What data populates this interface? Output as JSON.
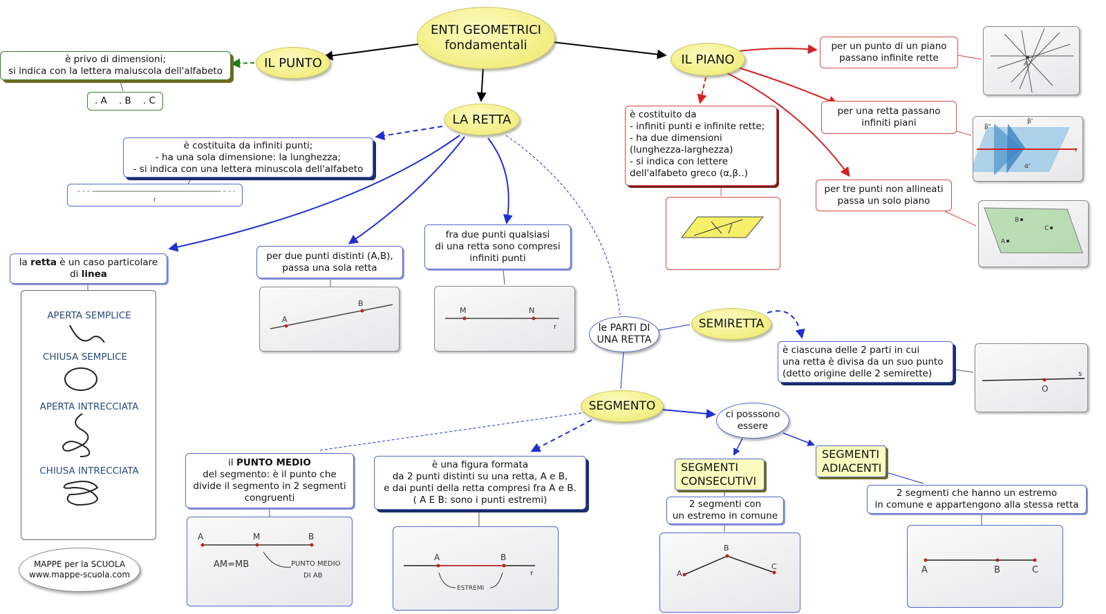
{
  "root": {
    "line1": "ENTI GEOMETRICI",
    "line2": "fondamentali"
  },
  "punto": {
    "title": "IL PUNTO",
    "desc": "è privo di dimensioni;\nsi indica con la lettera maiuscola dell'alfabeto",
    "example": ". A    . B    . C"
  },
  "piano": {
    "title": "IL PIANO",
    "desc": "è costituito da\n- infiniti punti e infinite rette;\n- ha due dimensioni\n(lunghezza-larghezza)\n- si indica con lettere\ndell'alfabeto greco (α,β..)",
    "fact1": "per un punto di un piano\npassano infinite rette",
    "fact2": "per una retta passano\ninfiniti piani",
    "fact3": "per tre punti non allineati\npassa un solo piano",
    "img_labels": {
      "a": "A",
      "b": "B",
      "c": "C",
      "r": "r",
      "beta": "β\"",
      "beta2": "β'",
      "alpha": "α'"
    }
  },
  "retta": {
    "title": "LA RETTA",
    "desc": "è costituita da infiniti punti;\n- ha una sola dimensione: la lunghezza;\n- si indica con una lettera minuscola dell'alfabeto",
    "img_label": "r",
    "linea_text_pre": "la ",
    "linea_bold1": "retta",
    "linea_text_mid": " è un caso particolare\ndi ",
    "linea_bold2": "linea",
    "line_types": [
      "APERTA SEMPLICE",
      "CHIUSA SEMPLICE",
      "APERTA INTRECCIATA",
      "CHIUSA INTRECCIATA"
    ],
    "fact_two_points": "per due punti distinti (A,B),\npassa una sola retta",
    "fact_infinite": "fra due punti qualsiasi\ndi una retta sono compresi\ninfiniti punti",
    "img2_labels": {
      "a": "A",
      "b": "B"
    },
    "img3_labels": {
      "m": "M",
      "n": "N",
      "r": "r"
    }
  },
  "parti": {
    "title": "le PARTI DI\nUNA RETTA"
  },
  "semiretta": {
    "title": "SEMIRETTA",
    "desc": "è ciascuna delle 2 parti in cui\nuna retta è divisa da un suo punto\n(detto origine delle 2 semirette)",
    "img_labels": {
      "o": "O",
      "s": "s"
    }
  },
  "segmento": {
    "title": "SEGMENTO",
    "punto_medio_pre": "il ",
    "punto_medio_bold": "PUNTO MEDIO",
    "punto_medio_post": "\ndel segmento: è il punto che\ndivide il segmento in 2 segmenti\ncongruenti",
    "desc": "è una figura formata\nda 2 punti distinti su una retta, A e B,\ne dai punti della retta compresi fra A e B.\n( A E B: sono i punti estremi)",
    "possono": "ci posssono\nessere",
    "consecutivi": "SEGMENTI\nCONSECUTIVI",
    "consecutivi_desc": "2 segmenti con\nun estremo in comune",
    "adiacenti": "SEGMENTI\nADIACENTI",
    "adiacenti_desc": "2 segmenti che hanno un estremo\nin comune e appartengono alla stessa retta",
    "medio_img": {
      "a": "A",
      "m": "M",
      "b": "B",
      "eq": "AM=MB",
      "note1": "PUNTO MEDIO",
      "note2": "DI AB"
    },
    "estremi_img": {
      "a": "A",
      "b": "B",
      "r": "r",
      "note": "ESTREMI"
    },
    "cons_img": {
      "a": "A",
      "b": "B",
      "c": "C"
    },
    "adi_img": {
      "a": "A",
      "b": "B",
      "c": "C"
    }
  },
  "credit": {
    "line1": "MAPPE per la SCUOLA",
    "line2": "www.mappe-scuola.com"
  },
  "colors": {
    "blue": "#1f2fd0",
    "red": "#d62020",
    "green": "#1d7a1d",
    "black": "#000000",
    "yellow": "#f3f08a"
  }
}
